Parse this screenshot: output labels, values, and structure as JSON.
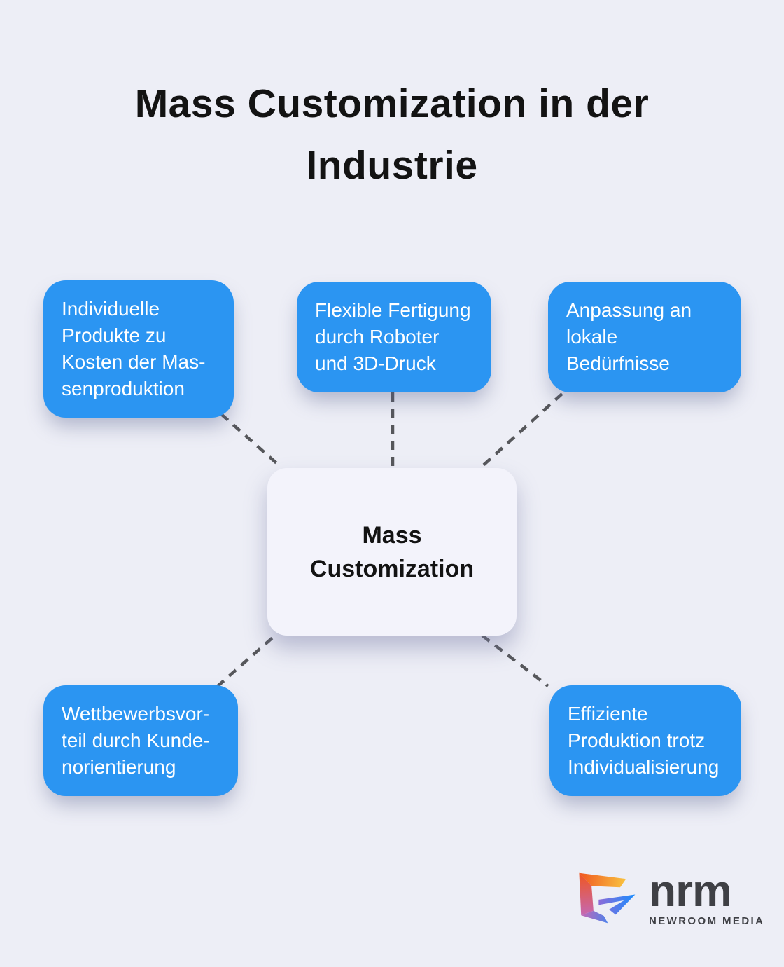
{
  "title": "Mass Customization in der\nIndustrie",
  "center_node": {
    "text": "Mass\nCustomization"
  },
  "nodes": [
    {
      "id": "top-left",
      "text": "Individuelle\nProdukte zu\nKosten der Mas-\nsenproduktion"
    },
    {
      "id": "top-center",
      "text": "Flexible Fertigung\ndurch Roboter\nund 3D-Druck"
    },
    {
      "id": "top-right",
      "text": "Anpassung an\nlokale\nBedürfnisse"
    },
    {
      "id": "bottom-left",
      "text": "Wettbewerbsvor-\nteil durch Kunde-\nnorientierung"
    },
    {
      "id": "bottom-right",
      "text": "Effiziente\nProduktion trotz\nIndividualisierung"
    }
  ],
  "brand": {
    "name": "nrm",
    "tagline": "NEWROOM MEDIA",
    "icon": "newroom-media-logo-icon"
  },
  "colors": {
    "bg": "#edeef6",
    "accent-blue": "#2b95f2",
    "panel": "#f3f3fb",
    "connector": "#56575b",
    "text-dark": "#131313",
    "text-light": "#ffffff",
    "brand-text": "#3f4045"
  }
}
